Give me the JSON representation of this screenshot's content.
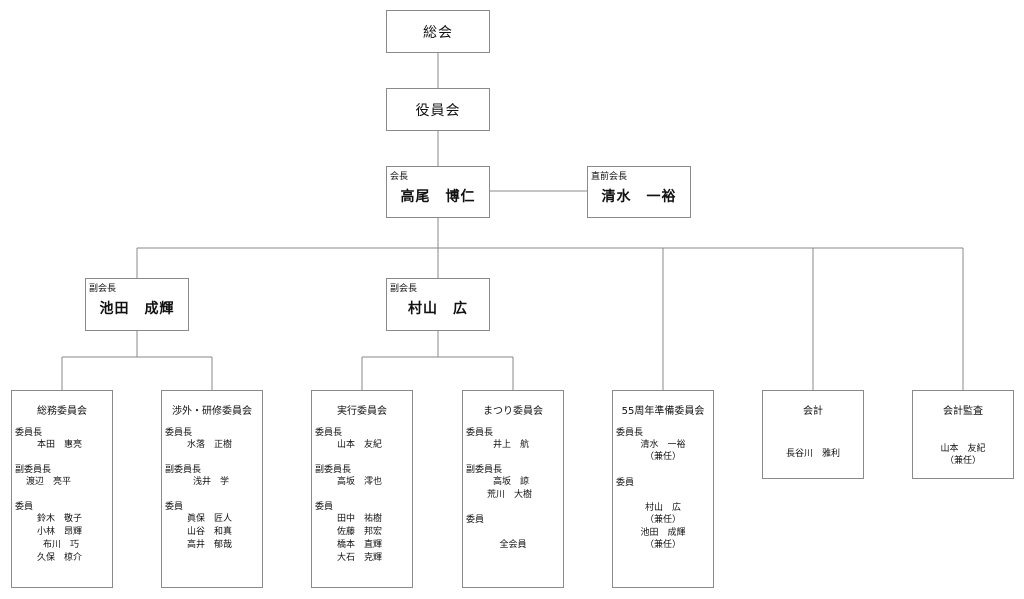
{
  "top": {
    "soukai": "総会",
    "yakuinkai": "役員会"
  },
  "chair": {
    "role": "会長",
    "name": "高尾　博仁"
  },
  "former_chair": {
    "role": "直前会長",
    "name": "清水　一裕"
  },
  "vice1": {
    "role": "副会長",
    "name": "池田　成輝"
  },
  "vice2": {
    "role": "副会長",
    "name": "村山　広"
  },
  "committees": {
    "soumu": {
      "title": "総務委員会",
      "chair_label": "委員長",
      "chair_name": "本田　惠亮",
      "vice_label": "副委員長",
      "vice_name": "渡辺　亮平",
      "member_label": "委員",
      "members": [
        "鈴木　敬子",
        "小林　昂輝",
        "布川　巧",
        "久保　椋介"
      ]
    },
    "shogai": {
      "title": "渉外・研修委員会",
      "chair_label": "委員長",
      "chair_name": "水落　正樹",
      "vice_label": "副委員長",
      "vice_name": "浅井　学",
      "member_label": "委員",
      "members": [
        "眞保　匠人",
        "山谷　和真",
        "高井　郁哉"
      ]
    },
    "jikko": {
      "title": "実行委員会",
      "chair_label": "委員長",
      "chair_name": "山本　友紀",
      "vice_label": "副委員長",
      "vice_name": "高坂　澪也",
      "member_label": "委員",
      "members": [
        "田中　祐樹",
        "佐藤　邦宏",
        "橋本　直輝",
        "大石　克輝"
      ]
    },
    "matsuri": {
      "title": "まつり委員会",
      "chair_label": "委員長",
      "chair_name": "井上　航",
      "vice_label": "副委員長",
      "vice_names": [
        "高坂　諒",
        "荒川　大樹"
      ],
      "member_label": "委員",
      "members_text": "全会員"
    },
    "anniv55": {
      "title": "55周年準備委員会",
      "chair_label": "委員長",
      "chair_name": "清水　一裕",
      "chair_note": "（兼任）",
      "member_label": "委員",
      "m1": "村山　広",
      "m1_note": "（兼任）",
      "m2": "池田　成輝",
      "m2_note": "（兼任）"
    },
    "kaikei": {
      "title": "会計",
      "name": "長谷川　雅利"
    },
    "kansa": {
      "title": "会計監査",
      "name": "山本　友紀",
      "note": "（兼任）"
    }
  }
}
